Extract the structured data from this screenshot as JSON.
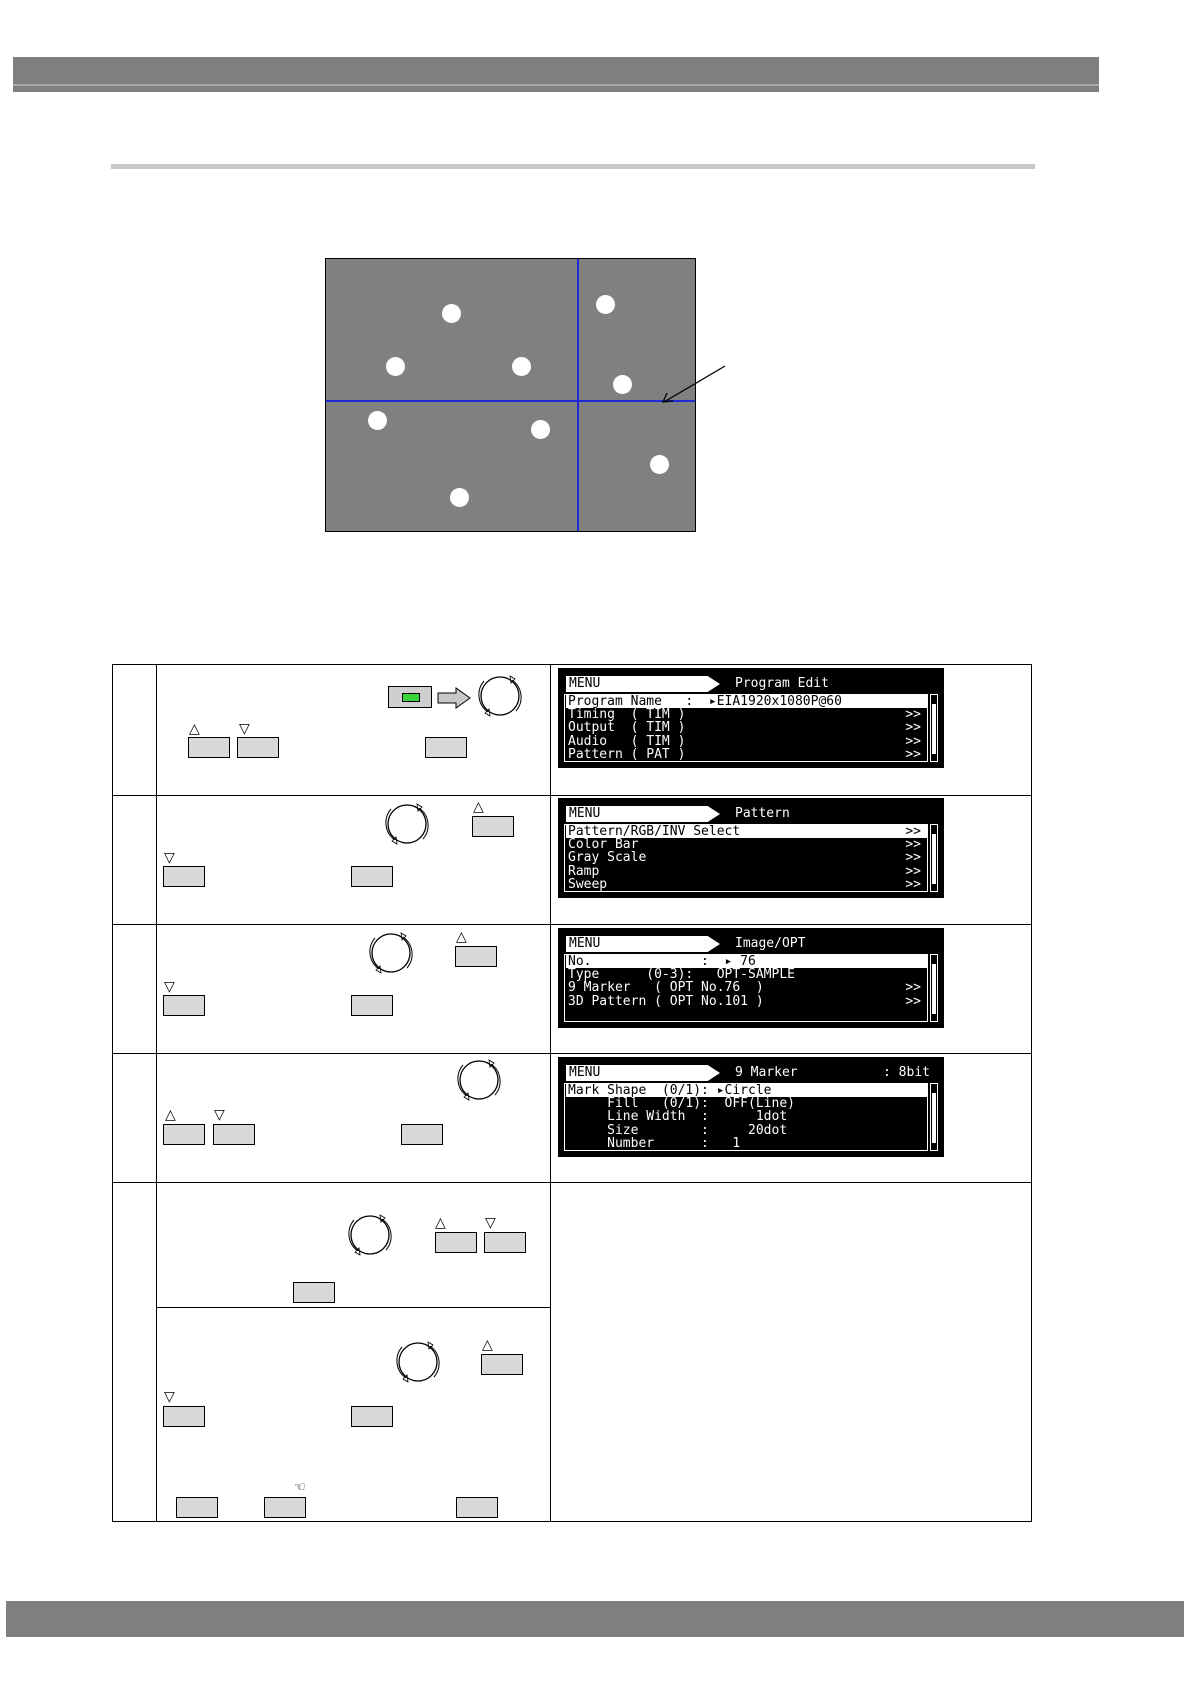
{
  "screens": [
    {
      "tab": "MENU",
      "title": "Program Edit",
      "right": "",
      "rows": [
        {
          "text": "Program Name   :  ▸EIA1920x1080P@60",
          "right": "",
          "selected": true
        },
        {
          "text": "Timing  ( TIM )",
          "right": ">>",
          "selected": false
        },
        {
          "text": "Output  ( TIM )",
          "right": ">>",
          "selected": false
        },
        {
          "text": "Audio   ( TIM )",
          "right": ">>",
          "selected": false
        },
        {
          "text": "Pattern ( PAT )",
          "right": ">>",
          "selected": false
        }
      ]
    },
    {
      "tab": "MENU",
      "title": "Pattern",
      "right": "",
      "rows": [
        {
          "text": "Pattern/RGB/INV Select",
          "right": ">>",
          "selected": true
        },
        {
          "text": "Color Bar",
          "right": ">>",
          "selected": false
        },
        {
          "text": "Gray Scale",
          "right": ">>",
          "selected": false
        },
        {
          "text": "Ramp",
          "right": ">>",
          "selected": false
        },
        {
          "text": "Sweep",
          "right": ">>",
          "selected": false
        }
      ]
    },
    {
      "tab": "MENU",
      "title": "Image/OPT",
      "right": "",
      "rows": [
        {
          "text": "No.              :  ▸ 76",
          "right": "",
          "selected": true
        },
        {
          "text": "Type      (0-3):   OPT-SAMPLE",
          "right": "",
          "selected": false
        },
        {
          "text": "9 Marker   ( OPT No.76  )",
          "right": ">>",
          "selected": false
        },
        {
          "text": "3D Pattern ( OPT No.101 )",
          "right": ">>",
          "selected": false
        },
        {
          "text": "",
          "right": "",
          "selected": false
        }
      ]
    },
    {
      "tab": "MENU",
      "title": "9 Marker",
      "right": ": 8bit",
      "rows": [
        {
          "text": "Mark Shape  (0/1): ▸Circle",
          "right": "",
          "selected": true
        },
        {
          "text": "     Fill   (0/1):  OFF(Line)",
          "right": "",
          "selected": false
        },
        {
          "text": "     Line Width  :      1dot",
          "right": "",
          "selected": false
        },
        {
          "text": "     Size        :     20dot",
          "right": "",
          "selected": false
        },
        {
          "text": "     Number      :   1",
          "right": "",
          "selected": false
        }
      ]
    }
  ],
  "icons": {
    "up_triangle": "△",
    "down_triangle": "▽",
    "hand": "☜"
  },
  "colors": {
    "header_bar": "#7f7f7f",
    "figure_background": "#808080",
    "figure_guide_lines": "#1f2bd6",
    "markers": "#ffffff",
    "lcd_background": "#000000",
    "led": "#3cd23c"
  }
}
